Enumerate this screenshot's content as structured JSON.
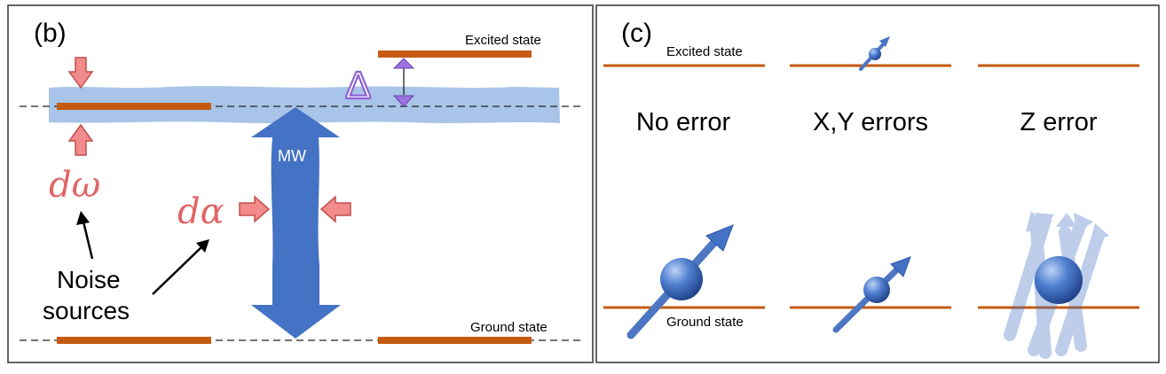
{
  "panel_b": {
    "label": "(b)",
    "excited_state": "Excited state",
    "ground_state": "Ground state",
    "delta": "Δ",
    "mw": "MW",
    "d_omega": "dω",
    "d_alpha": "dα",
    "noise_line1": "Noise",
    "noise_line2": "sources"
  },
  "panel_c": {
    "label": "(c)",
    "excited_state": "Excited state",
    "ground_state": "Ground state",
    "no_error": "No error",
    "xy_errors": "X,Y errors",
    "z_error": "Z error"
  },
  "colors": {
    "level_line": "#c55a11",
    "band": "#a8c4e8",
    "mw_arrow": "#4472c4",
    "noise_arrow": "#f28b8b",
    "noise_text": "#e06666",
    "delta": "#8e63d6",
    "sphere": "#3f6fc2"
  }
}
